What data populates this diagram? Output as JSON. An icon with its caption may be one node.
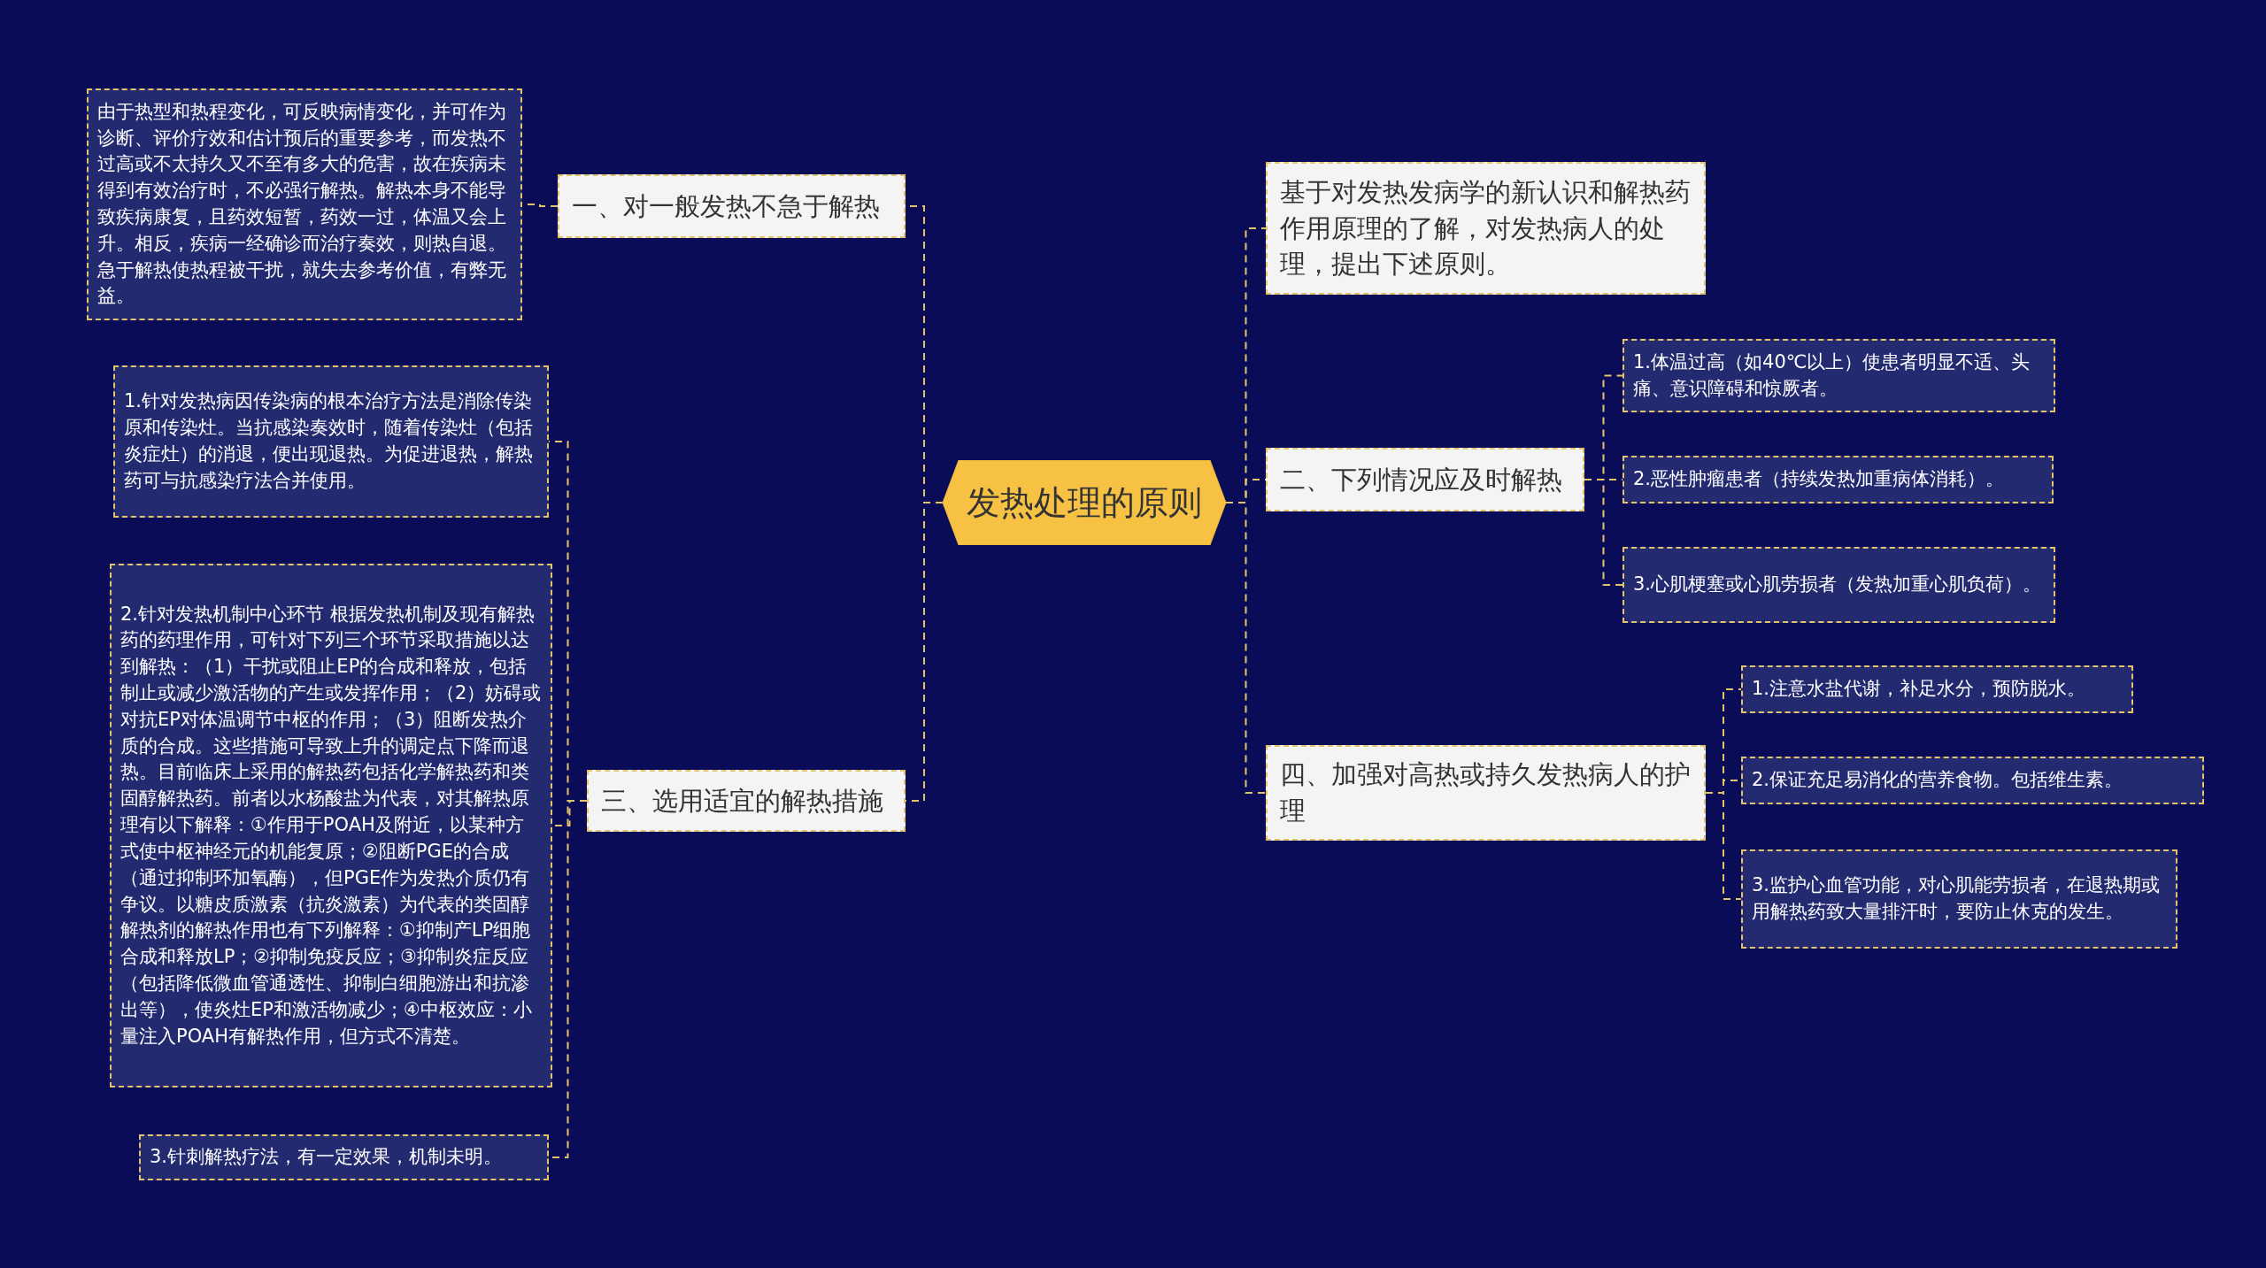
{
  "diagram": {
    "nodes": [
      {
        "text": [
          "发热处理的原则"
        ]
      },
      {
        "text": [
          "一、对一般发热不急于解热"
        ]
      },
      {
        "text": [
          "由于热型和热程变化，可反映病情变化，并可作为诊断、评价疗效和估计预后的重要参考，而发热不过高或不太持久又不至有多大的危害，故在疾病未得到有效治疗时，不必强行解热。解热本身不能导致疾病康复，且药效短暂，药效一过，体温又会上升。相反，疾病一经确诊而治疗奏效，则热自退。急于解热使热程被干扰，就失去参考价值，有弊无益。"
        ]
      },
      {
        "text": [
          "三、选用适宜的解热措施"
        ]
      },
      {
        "text": [
          "1.针对发热病因传染病的根本治疗方法是消除传染原和传染灶。当抗感染奏效时，随着传染灶（包括炎症灶）的消退，便出现退热。为促进退热，解热药可与抗感染疗法合并使用。"
        ]
      },
      {
        "text": [
          "2.针对发热机制中心环节 根据发热机制及现有解热药的药理作用，可针对下列三个环节采取措施以达到解热：（1）干扰或阻止EP的合成和释放，包括制止或减少激活物的产生或发挥作用；（2）妨碍或对抗EP对体温调节中枢的作用；（3）阻断发热介质的合成。这些措施可导致上升的调定点下降而退热。目前临床上采用的解热药包括化学解热药和类固醇解热药。前者以水杨酸盐为代表，对其解热原理有以下解释：①作用于POAH及附近，以某种方式使中枢神经元的机能复原；②阻断PGE的合成（通过抑制环加氧酶），但PGE作为发热介质仍有争议。以糖皮质激素（抗炎激素）为代表的类固醇解热剂的解热作用也有下列解释：①抑制产LP细胞合成和释放LP；②抑制免疫反应；③抑制炎症反应（包括降低微血管通透性、抑制白细胞游出和抗渗出等），使炎灶EP和激活物减少；④中枢效应：小量注入POAH有解热作用，但方式不清楚。"
        ]
      },
      {
        "text": [
          "3.针刺解热疗法，有一定效果，机制未明。"
        ]
      },
      {
        "text": [
          "基于对发热发病学的新认识和解热药作用原理的了解，对发热病人的处理，提出下述原则。"
        ]
      },
      {
        "text": [
          "二、下列情况应及时解热"
        ]
      },
      {
        "text": [
          "1.体温过高（如40℃以上）使患者明显不适、头痛、意识障碍和惊厥者。"
        ]
      },
      {
        "text": [
          "2.恶性肿瘤患者（持续发热加重病体消耗）。"
        ]
      },
      {
        "text": [
          "3.心肌梗塞或心肌劳损者（发热加重心肌负荷）。"
        ]
      },
      {
        "text": [
          "四、加强对高热或持久发热病人的护理"
        ]
      },
      {
        "text": [
          "1.注意水盐代谢，补足水分，预防脱水。"
        ]
      },
      {
        "text": [
          "2.保证充足易消化的营养食物。包括维生素。"
        ]
      },
      {
        "text": [
          "3.监护心血管功能，对心肌能劳损者，在退热期或用解热药致大量排汗时，要防止休克的发生。"
        ]
      }
    ],
    "edges": [
      {
        "from": 0,
        "to": 1,
        "arrow": "none",
        "style": "dashed"
      },
      {
        "from": 1,
        "to": 2,
        "arrow": "none",
        "style": "dashed"
      },
      {
        "from": 0,
        "to": 3,
        "arrow": "none",
        "style": "dashed"
      },
      {
        "from": 3,
        "to": 4,
        "arrow": "none",
        "style": "dashed"
      },
      {
        "from": 3,
        "to": 5,
        "arrow": "none",
        "style": "dashed"
      },
      {
        "from": 3,
        "to": 6,
        "arrow": "none",
        "style": "dashed"
      },
      {
        "from": 0,
        "to": 7,
        "arrow": "none",
        "style": "dashed"
      },
      {
        "from": 0,
        "to": 8,
        "arrow": "none",
        "style": "dashed"
      },
      {
        "from": 8,
        "to": 9,
        "arrow": "none",
        "style": "dashed"
      },
      {
        "from": 8,
        "to": 10,
        "arrow": "none",
        "style": "dashed"
      },
      {
        "from": 8,
        "to": 11,
        "arrow": "none",
        "style": "dashed"
      },
      {
        "from": 0,
        "to": 12,
        "arrow": "none",
        "style": "dashed"
      },
      {
        "from": 12,
        "to": 13,
        "arrow": "none",
        "style": "dashed"
      },
      {
        "from": 12,
        "to": 14,
        "arrow": "none",
        "style": "dashed"
      },
      {
        "from": 12,
        "to": 15,
        "arrow": "none",
        "style": "dashed"
      }
    ]
  }
}
